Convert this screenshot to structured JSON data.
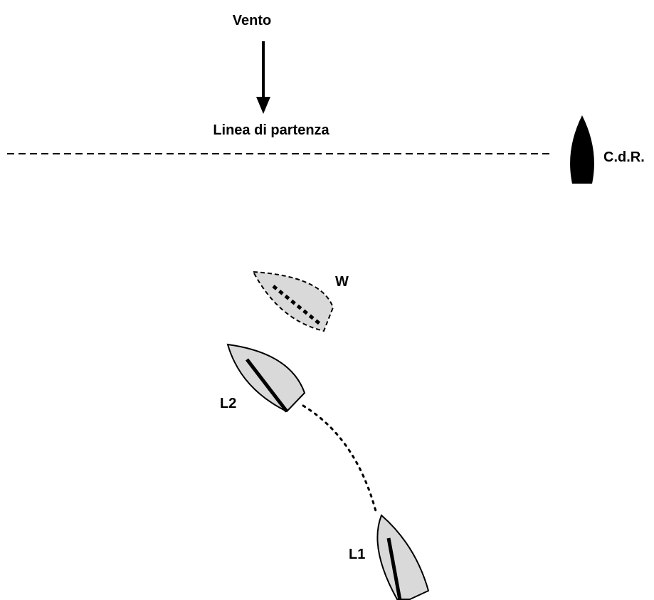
{
  "labels": {
    "wind": "Vento",
    "start_line": "Linea di partenza",
    "committee_boat": "C.d.R.",
    "boat_w": "W",
    "boat_l2": "L2",
    "boat_l1": "L1"
  },
  "colors": {
    "background": "#ffffff",
    "ink": "#000000",
    "hull_fill": "#d9d9d9",
    "committee_fill": "#000000"
  },
  "boats": [
    {
      "id": "W",
      "style": "dashed outline (previous/ghost position)"
    },
    {
      "id": "L2",
      "style": "solid outline"
    },
    {
      "id": "L1",
      "style": "solid outline"
    }
  ],
  "track": {
    "from": "L1",
    "to": "L2",
    "style": "dotted"
  }
}
